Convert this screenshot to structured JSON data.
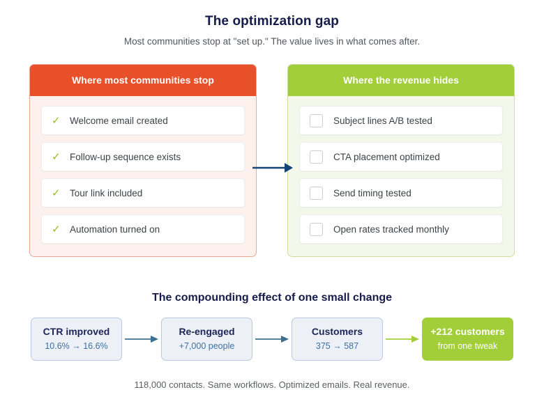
{
  "header": {
    "title": "The optimization gap",
    "subtitle": "Most communities stop at \"set up.\" The value lives in what comes after."
  },
  "colors": {
    "red_header": "#e8502a",
    "green_header": "#a2ce3a",
    "left_panel_bg": "#fdf1ee",
    "right_panel_bg": "#f4f8ea",
    "arrow_navy": "#14457a",
    "flow_arrow_blue": "#3d6f8f",
    "flow_arrow_green": "#a2ce3a",
    "flow_box_blue": "#edf1f7",
    "title_navy": "#151b4a"
  },
  "panels": {
    "left": {
      "heading": "Where most communities stop",
      "marker": "check",
      "items": [
        {
          "label": "Welcome email created",
          "icon": "check-icon"
        },
        {
          "label": "Follow-up sequence exists",
          "icon": "check-icon"
        },
        {
          "label": "Tour link included",
          "icon": "check-icon"
        },
        {
          "label": "Automation turned on",
          "icon": "check-icon"
        }
      ]
    },
    "right": {
      "heading": "Where the revenue hides",
      "marker": "checkbox",
      "items": [
        {
          "label": "Subject lines A/B tested",
          "icon": "empty-checkbox-icon"
        },
        {
          "label": "CTA placement optimized",
          "icon": "empty-checkbox-icon"
        },
        {
          "label": "Send timing tested",
          "icon": "empty-checkbox-icon"
        },
        {
          "label": "Open rates tracked monthly",
          "icon": "empty-checkbox-icon"
        }
      ]
    }
  },
  "check_glyph": "✓",
  "flow": {
    "title": "The compounding effect of one small change",
    "steps": [
      {
        "title": "CTR improved",
        "sub": "10.6% → 16.6%",
        "style": "blue"
      },
      {
        "title": "Re-engaged",
        "sub": "+7,000 people",
        "style": "blue"
      },
      {
        "title": "Customers",
        "sub": "375 → 587",
        "style": "blue"
      },
      {
        "title": "+212 customers",
        "sub": "from one tweak",
        "style": "green"
      }
    ]
  },
  "footer": {
    "text": "118,000 contacts. Same workflows. Optimized emails. Real revenue."
  }
}
